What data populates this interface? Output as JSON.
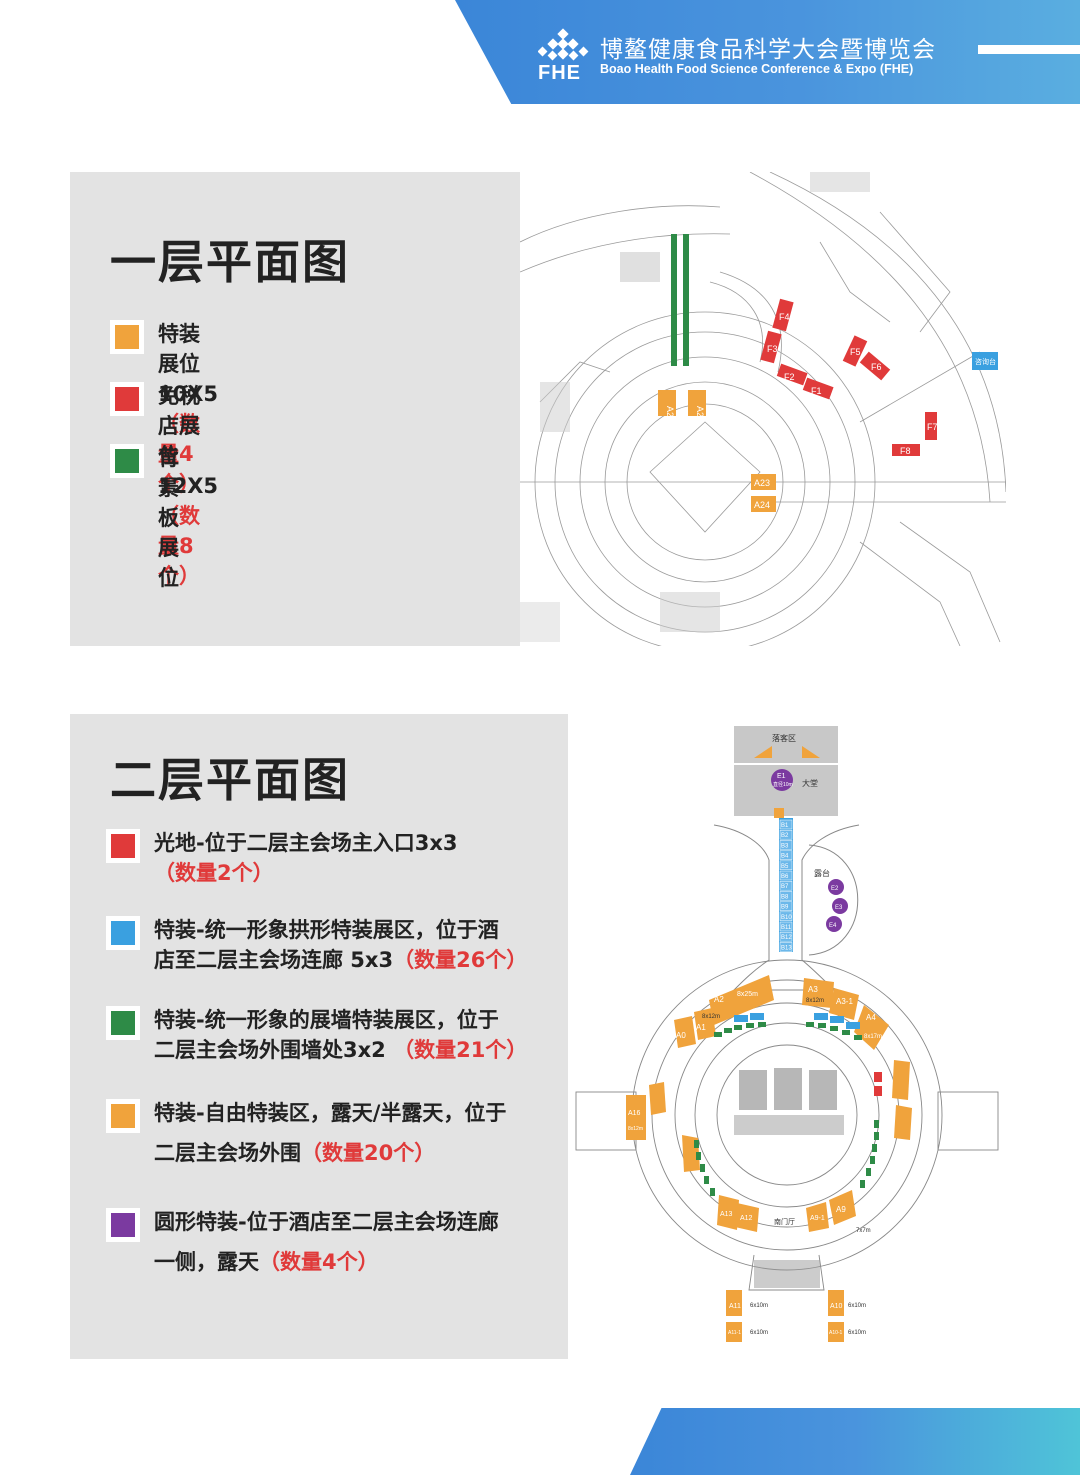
{
  "header": {
    "brand_cn": "博鳌健康食品科学大会暨博览会",
    "brand_en": "Boao Health Food Science Conference & Expo (FHE)",
    "logo_text": "FHE"
  },
  "floor1": {
    "title": "一层平面图",
    "legend": [
      {
        "label": "特装展位  10X5 ",
        "count": "（数量4个）",
        "color": "#f0a33c"
      },
      {
        "label": "免税店展位  12X5 ",
        "count": "（数量8个）",
        "color": "#e03a3a"
      },
      {
        "label": "背景板展位",
        "count": "",
        "color": "#2e8b47"
      }
    ],
    "map_labels": {
      "a21": "A21",
      "a22": "A22",
      "a23": "A23",
      "a24": "A24",
      "f1": "F1",
      "f2": "F2",
      "f3": "F3",
      "f4": "F4",
      "f5": "F5",
      "f6": "F6",
      "f7": "F7",
      "f8": "F8",
      "info": "咨询台"
    }
  },
  "floor2": {
    "title": "二层平面图",
    "legend": [
      {
        "line1": "光地-位于二层主会场主入口3x3",
        "line2": "",
        "count": "（数量2个）",
        "color": "#e03a3a"
      },
      {
        "line1": "特装-统一形象拱形特装展区，位于酒",
        "line2": "店至二层主会场连廊  5x3",
        "count": "（数量26个）",
        "color": "#3aa0e0"
      },
      {
        "line1": "特装-统一形象的展墙特装展区，位于",
        "line2": "二层主会场外围墙处3x2 ",
        "count": "（数量21个）",
        "color": "#2e8b47"
      },
      {
        "line1": "特装-自由特装区，露天/半露天，位于",
        "line2": "二层主会场外围",
        "count": "（数量20个）",
        "color": "#f0a33c"
      },
      {
        "line1": "圆形特装-位于酒店至二层主会场连廊",
        "line2": "一侧，露天",
        "count": "（数量4个）",
        "color": "#7b3aa0"
      }
    ],
    "map_labels": {
      "lobby_area": "落客区",
      "hall": "大堂",
      "terrace": "露台",
      "south_hall": "南门厅",
      "e1": "E1",
      "e1_size": "直径10m",
      "e2": "E2",
      "e3": "E3",
      "e4": "E4",
      "a2": "A2",
      "a2_size": "8x25m",
      "a3": "A3",
      "a3_1": "A3-1",
      "a3_size": "8x12m",
      "a4": "A4",
      "a4_size": "8x17m",
      "a0": "A0",
      "a1": "A1",
      "a1_size": "8x12m",
      "a9": "A9",
      "a9_1": "A9-1",
      "a9_size": "7x7m",
      "a10": "A10",
      "a10_1": "A10-1",
      "a11": "A11",
      "a11_1": "A11-1",
      "size_6x10": "6x10m",
      "a12": "A12",
      "a13": "A13",
      "a16": "A16",
      "a16_size": "8x12m",
      "b_list": [
        "B1",
        "B2",
        "B3",
        "B4",
        "B5",
        "B6",
        "B7",
        "B8",
        "B9",
        "B10",
        "B11",
        "B12",
        "B13"
      ]
    }
  },
  "colors": {
    "orange": "#f0a33c",
    "red": "#e03a3a",
    "green": "#2e8b47",
    "blue": "#3aa0e0",
    "purple": "#7b3aa0",
    "panel": "#e3e3e3",
    "brand": "#3b86d8"
  }
}
